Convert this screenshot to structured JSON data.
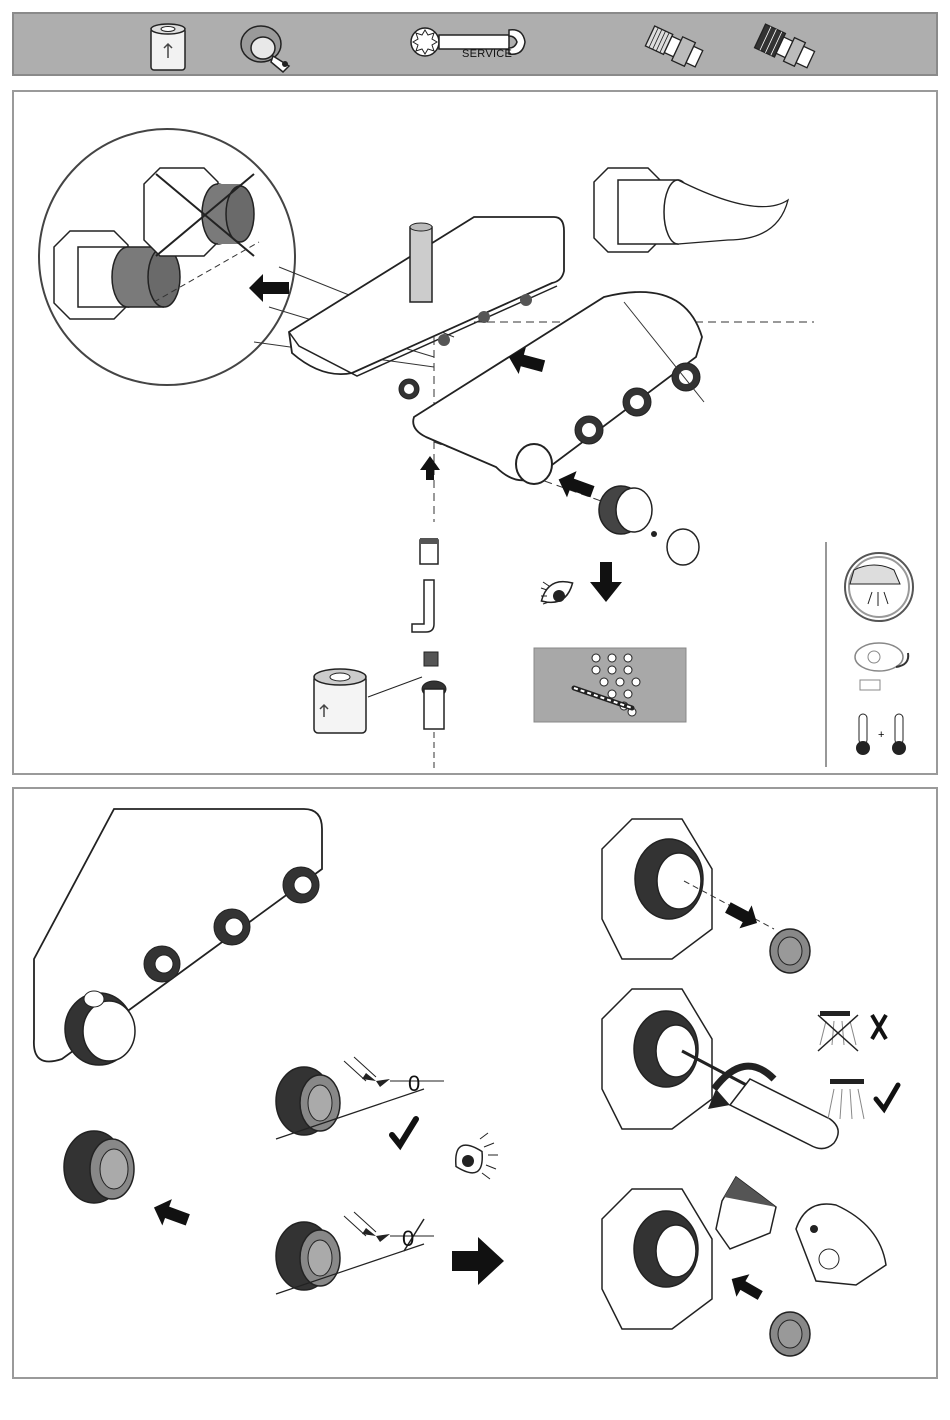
{
  "header": {
    "service_label": "SERVICE",
    "icons": [
      "grease-tube-icon",
      "cartridge-tool-icon",
      "service-wrench-icon",
      "cartridge-icon",
      "cartridge-alt-icon"
    ]
  },
  "panel2": {
    "gap_ok_label": "0",
    "gap_bad_label": "0"
  }
}
